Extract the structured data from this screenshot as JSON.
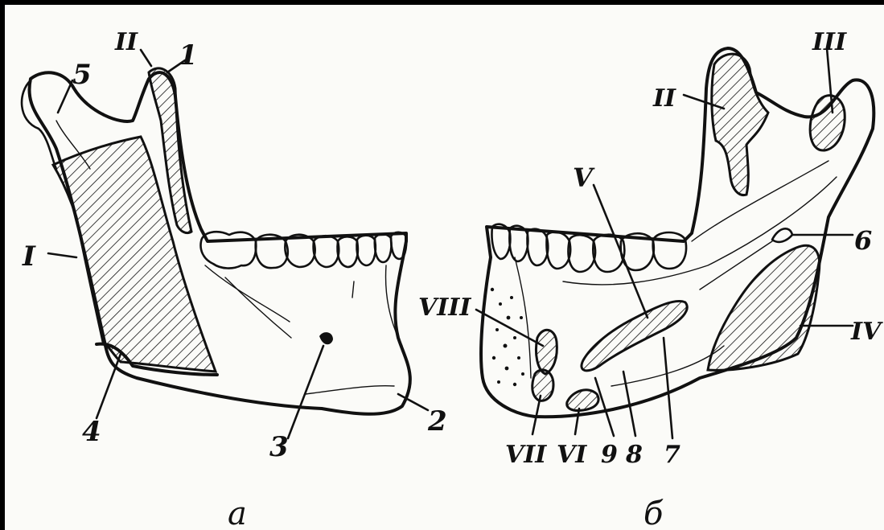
{
  "figure_a": {
    "labels": {
      "muscle_I": "I",
      "muscle_II": "II",
      "n1": "1",
      "n2": "2",
      "n3": "3",
      "n4": "4",
      "n5": "5"
    },
    "caption": "а"
  },
  "figure_b": {
    "labels": {
      "muscle_II": "II",
      "muscle_III": "III",
      "muscle_IV": "IV",
      "muscle_V": "V",
      "muscle_VI": "VI",
      "muscle_VII": "VII",
      "muscle_VIII": "VIII",
      "n6": "6",
      "n7": "7",
      "n8": "8",
      "n9": "9"
    },
    "caption": "б"
  },
  "colors": {
    "ink": "#111111",
    "paper": "#fbfbf8",
    "border": "#000000"
  }
}
